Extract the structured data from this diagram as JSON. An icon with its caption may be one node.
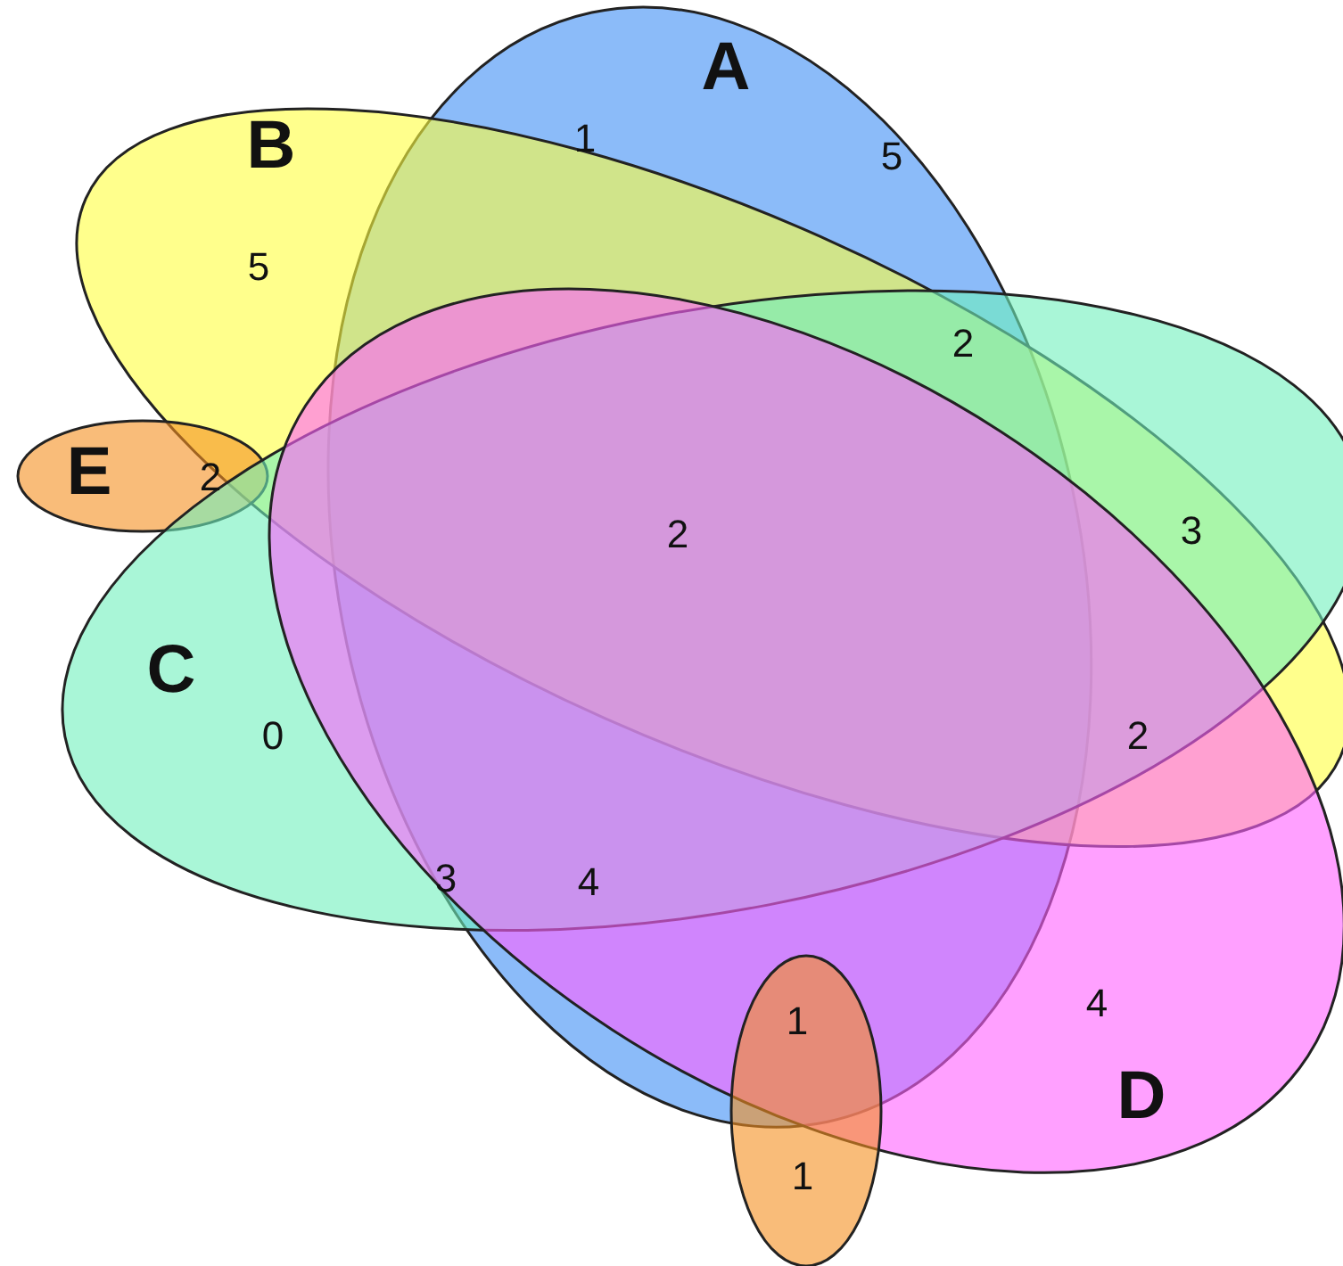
{
  "diagram": {
    "nodes": [
      {
        "text": [
          "A"
        ]
      },
      {
        "text": [
          "B"
        ]
      },
      {
        "text": [
          "E"
        ]
      },
      {
        "text": [
          "C"
        ]
      },
      {
        "text": [
          "D"
        ]
      },
      {
        "text": [],
        "shape": "ellipse"
      }
    ],
    "labels": [
      "1",
      "5",
      "5",
      "2",
      "2",
      "2",
      "3",
      "0",
      "2",
      "3",
      "4",
      "4",
      "1",
      "1"
    ]
  }
}
